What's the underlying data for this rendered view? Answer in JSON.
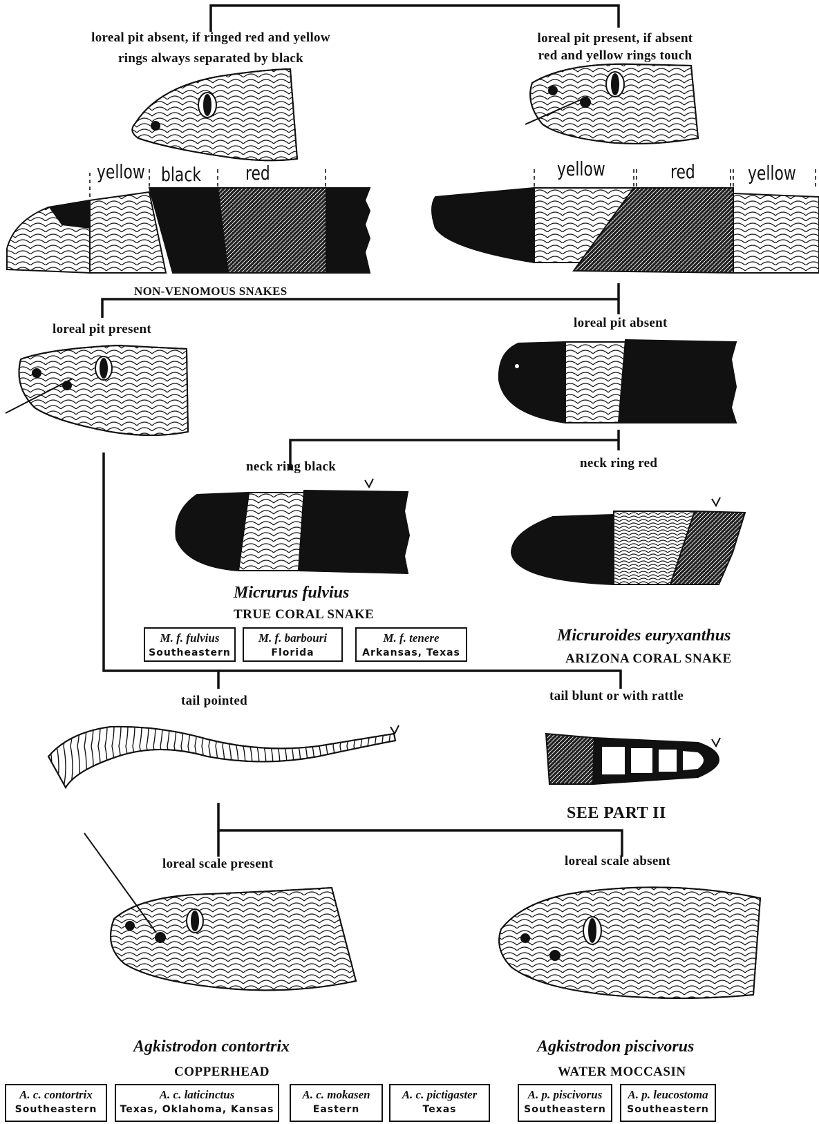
{
  "top_left": {
    "line1": "loreal pit absent, if ringed red and yellow",
    "line2": "rings always separated by black"
  },
  "top_right": {
    "line1": "loreal pit present, if absent",
    "line2": "red and yellow rings touch"
  },
  "band_left": {
    "b1": "yellow",
    "b2": "black",
    "b3": "red"
  },
  "band_right": {
    "b1": "yellow",
    "b2": "red",
    "b3": "yellow"
  },
  "non_venomous": "NON-VENOMOUS SNAKES",
  "loreal_pit_present": "loreal pit present",
  "loreal_pit_absent": "loreal pit absent",
  "neck_ring_black": "neck ring black",
  "neck_ring_red": "neck ring red",
  "micrurus": {
    "sci": "Micrurus fulvius",
    "common": "TRUE CORAL SNAKE",
    "subspecies": [
      {
        "name": "M. f. fulvius",
        "range": "Southeastern"
      },
      {
        "name": "M. f. barbouri",
        "range": "Florida"
      },
      {
        "name": "M. f. tenere",
        "range": "Arkansas, Texas"
      }
    ]
  },
  "micruroides": {
    "sci": "Micruroides euryxanthus",
    "common": "ARIZONA CORAL SNAKE"
  },
  "tail_pointed": "tail pointed",
  "tail_blunt": "tail blunt or with rattle",
  "see_part": "SEE PART II",
  "loreal_scale_present": "loreal scale present",
  "loreal_scale_absent": "loreal scale absent",
  "contortrix": {
    "sci": "Agkistrodon contortrix",
    "common": "COPPERHEAD",
    "subspecies": [
      {
        "name": "A. c. contortrix",
        "range": "Southeastern"
      },
      {
        "name": "A. c. laticinctus",
        "range": "Texas, Oklahoma, Kansas"
      },
      {
        "name": "A. c. mokasen",
        "range": "Eastern"
      },
      {
        "name": "A. c. pictigaster",
        "range": "Texas"
      }
    ]
  },
  "piscivorus": {
    "sci": "Agkistrodon piscivorus",
    "common": "WATER MOCCASIN",
    "subspecies": [
      {
        "name": "A. p. piscivorus",
        "range": "Southeastern"
      },
      {
        "name": "A. p. leucostoma",
        "range": "Southeastern"
      }
    ]
  },
  "colors": {
    "ink": "#111111",
    "paper": "#ffffff"
  }
}
